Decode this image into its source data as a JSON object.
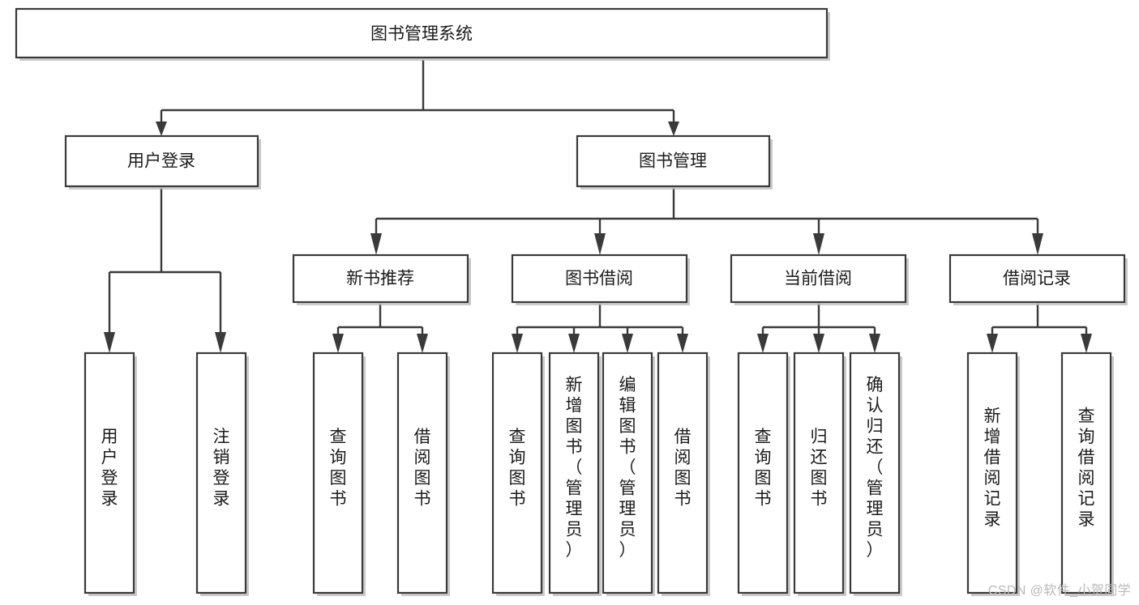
{
  "diagram": {
    "title": "图书管理系统",
    "type": "hierarchy-tree",
    "watermark": "CSDN @软件_小贺同学",
    "colors": {
      "stroke": "#3a3a3a",
      "fill": "#ffffff",
      "text": "#1b1b1b",
      "watermark": "#b9b9b9",
      "shadow": "#b8b8b8"
    },
    "levels": [
      {
        "level": 0,
        "nodes": [
          {
            "id": "root",
            "label": "图书管理系统",
            "orientation": "horizontal"
          }
        ]
      },
      {
        "level": 1,
        "nodes": [
          {
            "id": "login",
            "label": "用户登录",
            "orientation": "horizontal",
            "parent": "root"
          },
          {
            "id": "bookmgmt",
            "label": "图书管理",
            "orientation": "horizontal",
            "parent": "root"
          }
        ]
      },
      {
        "level": 2,
        "nodes": [
          {
            "id": "newbook",
            "label": "新书推荐",
            "orientation": "horizontal",
            "parent": "bookmgmt"
          },
          {
            "id": "borrow",
            "label": "图书借阅",
            "orientation": "horizontal",
            "parent": "bookmgmt"
          },
          {
            "id": "current",
            "label": "当前借阅",
            "orientation": "horizontal",
            "parent": "bookmgmt"
          },
          {
            "id": "records",
            "label": "借阅记录",
            "orientation": "horizontal",
            "parent": "bookmgmt"
          }
        ]
      },
      {
        "level": 3,
        "nodes": [
          {
            "id": "leaf-user-login",
            "label": "用户登录",
            "orientation": "vertical",
            "parent": "login"
          },
          {
            "id": "leaf-user-logout",
            "label": "注销登录",
            "orientation": "vertical",
            "parent": "login"
          },
          {
            "id": "leaf-query-book-1",
            "label": "查询图书",
            "orientation": "vertical",
            "parent": "newbook"
          },
          {
            "id": "leaf-borrow-book-1",
            "label": "借阅图书",
            "orientation": "vertical",
            "parent": "newbook"
          },
          {
            "id": "leaf-query-book-2",
            "label": "查询图书",
            "orientation": "vertical",
            "parent": "borrow"
          },
          {
            "id": "leaf-add-book",
            "label": "新增图书（管理员）",
            "orientation": "vertical",
            "parent": "borrow"
          },
          {
            "id": "leaf-edit-book",
            "label": "编辑图书（管理员）",
            "orientation": "vertical",
            "parent": "borrow"
          },
          {
            "id": "leaf-borrow-book-2",
            "label": "借阅图书",
            "orientation": "vertical",
            "parent": "borrow"
          },
          {
            "id": "leaf-query-book-3",
            "label": "查询图书",
            "orientation": "vertical",
            "parent": "current"
          },
          {
            "id": "leaf-return-book",
            "label": "归还图书",
            "orientation": "vertical",
            "parent": "current"
          },
          {
            "id": "leaf-confirm-return",
            "label": "确认归还（管理员）",
            "orientation": "vertical",
            "parent": "current"
          },
          {
            "id": "leaf-add-record",
            "label": "新增借阅记录",
            "orientation": "vertical",
            "parent": "records"
          },
          {
            "id": "leaf-query-record",
            "label": "查询借阅记录",
            "orientation": "vertical",
            "parent": "records"
          }
        ]
      }
    ]
  }
}
